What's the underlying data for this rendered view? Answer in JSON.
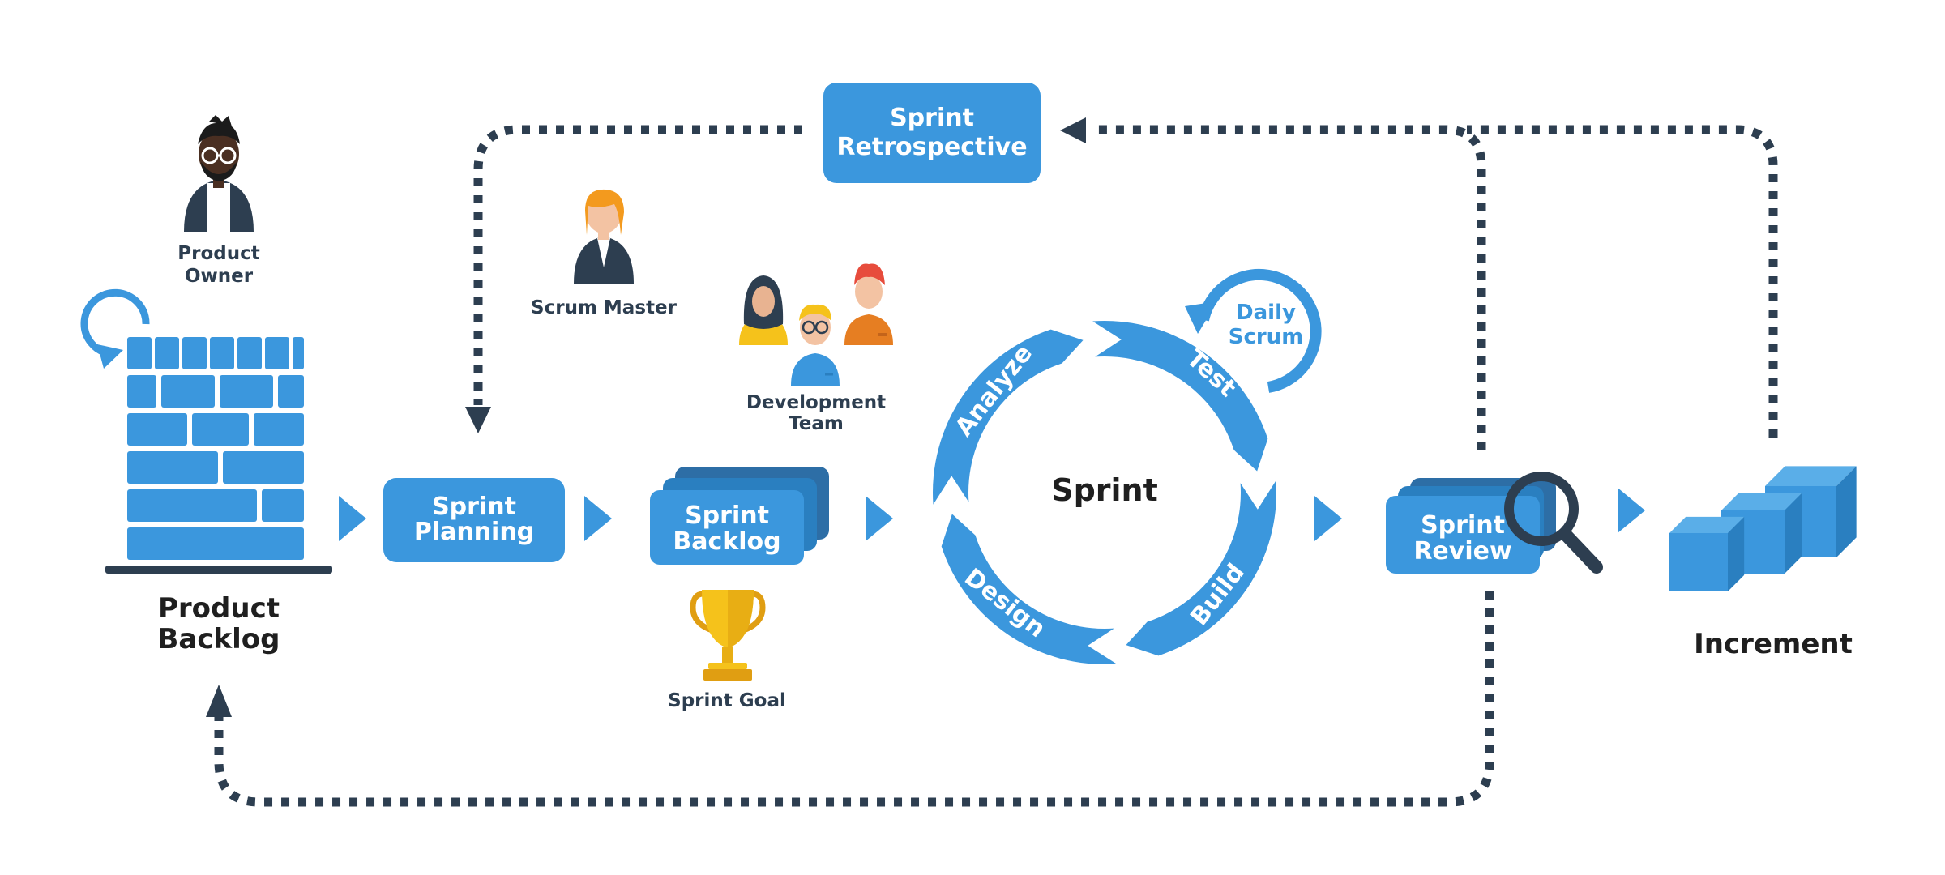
{
  "roles": {
    "product_owner_line1": "Product",
    "product_owner_line2": "Owner",
    "scrum_master": "Scrum Master",
    "dev_team_line1": "Development",
    "dev_team_line2": "Team"
  },
  "artifacts": {
    "product_backlog_line1": "Product",
    "product_backlog_line2": "Backlog",
    "sprint_goal": "Sprint Goal",
    "increment": "Increment"
  },
  "events": {
    "sprint_planning_line1": "Sprint",
    "sprint_planning_line2": "Planning",
    "sprint_backlog_line1": "Sprint",
    "sprint_backlog_line2": "Backlog",
    "sprint": "Sprint",
    "sprint_review_line1": "Sprint",
    "sprint_review_line2": "Review",
    "sprint_retrospective_line1": "Sprint",
    "sprint_retrospective_line2": "Retrospective",
    "daily_scrum_line1": "Daily",
    "daily_scrum_line2": "Scrum"
  },
  "cycle_phases": {
    "analyze": "Analyze",
    "test": "Test",
    "build": "Build",
    "design": "Design"
  },
  "colors": {
    "primary_blue": "#3b97dd",
    "dark_blue": "#2a7fc0",
    "navy": "#2d3e50",
    "gold": "#f5c21b"
  }
}
